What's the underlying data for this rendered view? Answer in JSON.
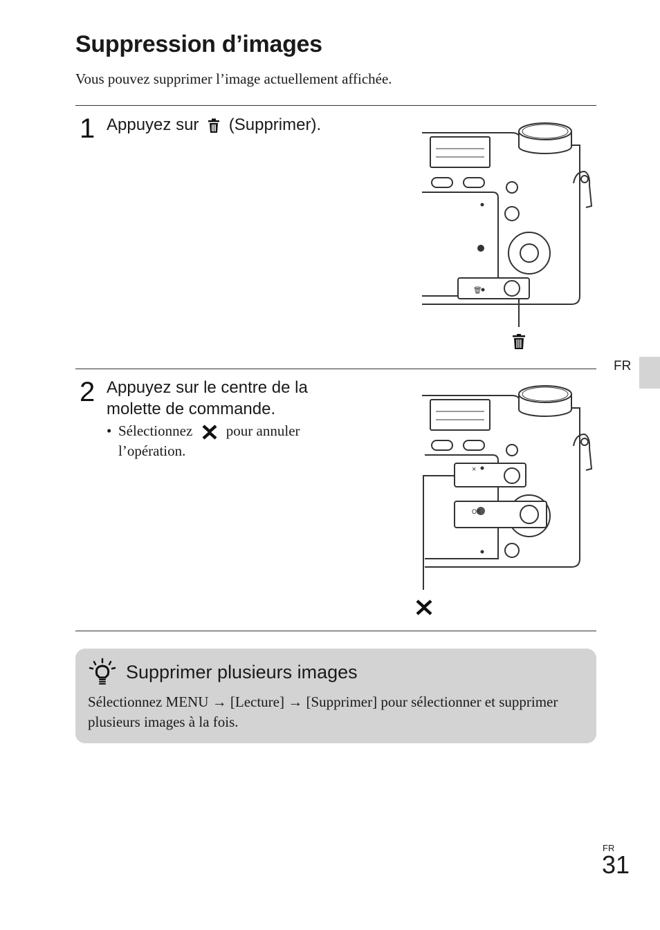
{
  "page": {
    "title": "Suppression d’images",
    "intro": "Vous pouvez supprimer l’image actuellement affichée.",
    "side_tab_label": "FR",
    "footer_lang": "FR",
    "page_number": "31"
  },
  "steps": [
    {
      "number": "1",
      "text_before_icon": "Appuyez sur",
      "icon": "trash-icon",
      "text_after_icon": "(Supprimer)."
    },
    {
      "number": "2",
      "text": "Appuyez sur le centre de la molette de commande.",
      "bullet_before_icon": "Sélectionnez",
      "bullet_icon": "cross-icon",
      "bullet_after_icon": "pour annuler l’opération."
    }
  ],
  "figures": {
    "fig1_button_labels": {
      "delete": "🗑"
    },
    "fig2_button_labels": {
      "cancel": "×",
      "ok": "OK"
    }
  },
  "tip": {
    "icon": "lightbulb-icon",
    "title": "Supprimer plusieurs images",
    "body": "Sélectionnez MENU → [Lecture] → [Supprimer] pour sélectionner et supprimer plusieurs images à la fois."
  },
  "colors": {
    "tip_background": "#d3d3d3",
    "side_tab": "#d4d4d4",
    "line": "#333333"
  }
}
